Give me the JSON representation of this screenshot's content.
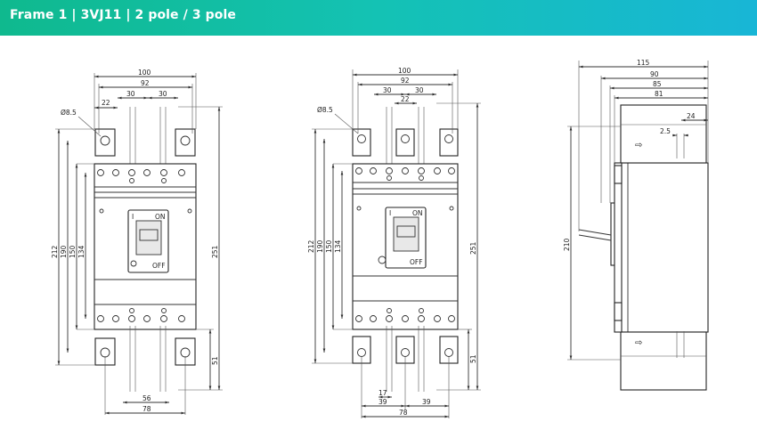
{
  "header": {
    "title": "Frame 1 | 3VJ11 | 2 pole / 3 pole"
  },
  "colors": {
    "header_start": "#0fb98e",
    "header_end": "#18b6d6",
    "line": "#333333"
  },
  "view_2pole": {
    "width_top": "100",
    "inner_top": "92",
    "pitch_a": "30",
    "pitch_b": "30",
    "offset": "22",
    "hole": "Ø8.5",
    "h_212": "212",
    "h_190": "190",
    "h_150": "150",
    "h_134": "134",
    "h_251": "251",
    "h_51": "51",
    "bottom_56": "56",
    "bottom_78": "78",
    "label_on": "ON",
    "label_off": "OFF",
    "label_i": "I"
  },
  "view_3pole": {
    "width_top": "100",
    "inner_top": "92",
    "pitch_a": "30",
    "pitch_b": "30",
    "center": "22",
    "hole": "Ø8.5",
    "h_212": "212",
    "h_190": "190",
    "h_150": "150",
    "h_134": "134",
    "h_251": "251",
    "h_51": "51",
    "bottom_17": "17",
    "bottom_39a": "39",
    "bottom_39b": "39",
    "bottom_78": "78",
    "label_on": "ON",
    "label_off": "OFF",
    "label_i": "I"
  },
  "view_side": {
    "d_115": "115",
    "d_90": "90",
    "d_85": "85",
    "d_81": "81",
    "d_24": "24",
    "d_2_5": "2.5",
    "h_210": "210"
  }
}
